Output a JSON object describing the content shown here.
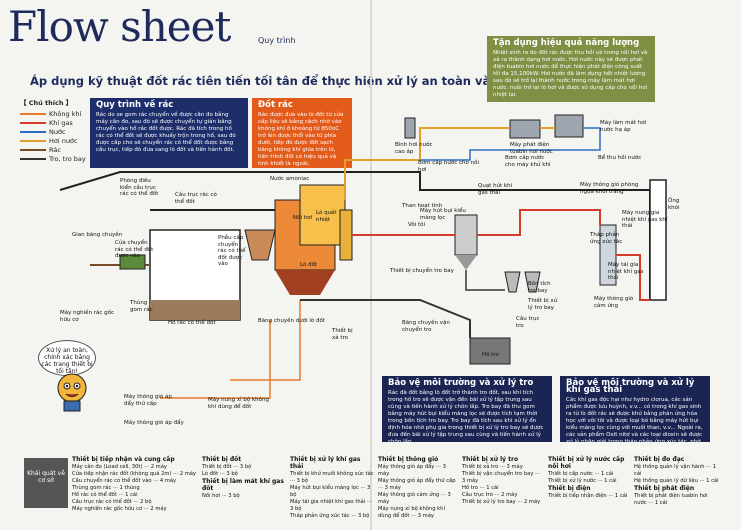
{
  "header": {
    "title": "Flow sheet",
    "title_sub": "Quy trình",
    "subtitle": "Áp dụng kỹ thuật đốt rác tiên tiến tối tân để thực hiện xử lý an toàn và chính xác."
  },
  "legend": {
    "title": "【 Chú thích 】",
    "items": [
      {
        "label": "Không khí",
        "color": "#e87a2a"
      },
      {
        "label": "Khí gas",
        "color": "#d83a2a"
      },
      {
        "label": "Nước",
        "color": "#2b6cc4"
      },
      {
        "label": "Hơi nước",
        "color": "#e2a02a"
      },
      {
        "label": "Rác",
        "color": "#7a4a2a"
      },
      {
        "label": "Tro, tro bay",
        "color": "#333333"
      }
    ]
  },
  "boxes": {
    "blue": {
      "title": "Quy trình về rác",
      "body": "Rác do xe gom rác chuyển về được cân đo bằng máy cân đo, sau đó sẽ được chuyển tự giản bằng chuyển vào hố rác đốt được. Rác đã tích trong hố rác có thể đốt sẽ được khuấy trộn trong hố, sau đó được cấp cho sẽ chuyển rác có thể đốt được bằng cầu trục, tiếp đó đưa sang lò đốt và tiến hành đốt."
    },
    "orange": {
      "title": "Đốt rác",
      "body": "Rác được đưa vào lò đốt từ cửa cấp liệu sẽ bắng cách nhờ vào không khí ở khoảng từ 850oC trở lên được thổi vào từ phía dưới, tiếp đó được đốt sạch bằng không khí giữa trên lò, tiến trình đốt có hiệu quả và tinh khiết là ngoài."
    },
    "green": {
      "title": "Tận dụng hiệu quả năng lượng",
      "body": "Nhiệt sinh ra do đốt rác được thu hồi và trong nồi hơi và xả ra thành dạng hơi nước. Hơi nước này sẽ được phát điện tuabin hơi nước để thực hiện phát điện công suất tối đa 15,100kW. Hơi nước đã làm dụng hết nhiệt lượng sau đó sẽ trở lại thành nước trong máy làm mát hơi nước, nuôi trở lại lò hơi và được sử dụng cấp cho nồi hơi nhiệt lại."
    },
    "env1": {
      "title": "Bảo vệ môi trường và xử lý tro",
      "body": "Rác đã đốt bằng lò đốt trở thành tro đốt, sau khi tích trong hố tro sẽ được vận đến bãi xử lý tập trung sau cùng và tiến hành xử lý chôn lấp. Tro bay đã thu gom bằng máy hút bụi kiểu màng lọc sẽ được tích tạm thời trong bồn tích tro bay. Tro bay đã tích sau khi xử lý ổn định hóa nhờ phụ gia trong thiết bị xử lý tro bay sẽ được đưa đến bãi xử lý tập trung sau cùng và tiến hành xử lý chôn lấp."
    },
    "env2": {
      "title": "Bảo vệ môi trường và xử lý khí gas thải",
      "body": "Các khí gas độc hại như hydro clorua, các sản phẩm được lưu huỳnh, v.v... có trong khí gas sinh ra từ lò đốt rác sẽ được khử bằng phản ứng hóa học với vôi tôi và được loại bỏ bằng máy hút bụi kiểu màng lọc cùng với muối than, v.v... Ngoài ra, các sản phẩm Oxit nitơ và các loại dioxin sẽ được xử lý phân giải trong tháp phản ứng xúc tác, nhờ đó khí được thải ra từ ống khói là khí gas sạch."
    }
  },
  "mascot": {
    "speech": "Xử lý an toàn, chính xác bằng các trang thiết bị tối tân!"
  },
  "diagram_labels": {
    "pho_dieu_kien": "Phòng điều kiển cầu trục rác có thể đốt",
    "cau_truc": "Cầu trục rác có thể đốt",
    "gian_bang": "Gian băng chuyền",
    "cua_chuyen": "Cửa chuyển rác có thể đốt được vào",
    "thung_gom": "Thùng gom rác",
    "may_nghien": "Máy nghiền rác gốc hữu cơ",
    "ho_rac": "Hố rác có thể đốt",
    "phieu": "Phễu cấp chuyển rác có thể đốt được vào",
    "bang_chuyen_duoi": "Băng chuyền dưới lò đốt",
    "lo_dot": "Lò đốt",
    "noi_hoi": "Nồi hơi",
    "lo_quat": "Lò quát nhiệt",
    "nuoc_amoniac": "Nước amoniac",
    "thiet_bi_chuyen_tro": "Thiết bị chuyển tro bay",
    "thiet_bi_xa_tro": "Thiết bị xả tro",
    "bang_chuyen_van": "Băng chuyền vận chuyển tro",
    "ho_tro": "Hố tro",
    "may_nung_si": "Máy nung xỉ bộ không khí dùng để đốt",
    "may_thong_gio_ap_day": "Máy thông gió áp đẩy thứ cấp",
    "may_thong_gio_ap_day2": "Máy thông gió áp đẩy",
    "binh_hoi": "Bình hơi nước cao áp",
    "may_phat_dien": "Máy phát điện tuabin hơi nước",
    "may_lam_mat": "Máy làm mát hơi nước hạ áp",
    "be_thu_nuoc": "Bể thu hồi nước",
    "bom_cap_nuoc": "Bơm cấp nước cho nồi hơi",
    "bom_cap_khi": "Bơm cấp nước cho máy khử khí",
    "quat_hut": "Quạt hút khí gas thải",
    "than_hoat_tinh": "Than hoạt tính",
    "voi_toi": "Vôi tôi",
    "may_hut_bui": "Máy hút bụi kiểu màng lọc",
    "bon_tich": "Bồn tích tro bay",
    "thiet_bi_xu_ly_tro_bay": "Thiết bị xử lý tro bay",
    "cau_truc_tro": "Cầu trục tro",
    "may_thong_gio_phong": "Máy thông gió phòng ngừa khói trắng",
    "ong_khoi": "Ống khói",
    "may_nung_gia_nhiet": "Máy nung gia nhiệt khí gas khí thải",
    "thap_phan_ung": "Tháp phản ứng xúc tác",
    "may_tai_gia_nhiet": "Máy tái gia nhiệt khí gas thải",
    "may_thong_gio_cam_ung": "Máy thông gió cảm ứng"
  },
  "equipment": {
    "tab": "Khái quát về cơ sở",
    "col1": {
      "title": "Thiết bị tiếp nhận và cung cấp",
      "rows": [
        "Máy cân đo (Load cell, 30t) ··· 2 máy",
        "Cửa tiếp nhận rác đốt (không quá 2m) ··· 2 máy",
        "Cầu chuyển rác có thể đốt vào ··· 4 máy",
        "Thùng gom rác ··· 1 thùng",
        "Hố rác có thể đốt ··· 1 cái",
        "Cầu trục rác có thể đốt ··· 2 bộ",
        "Máy nghiền rác gốc hữu cơ ··· 2 máy"
      ]
    },
    "col2": {
      "title": "Thiết bị đốt",
      "rows": [
        "Thiết bị đốt ··· 3 bộ",
        "Lò đốt ··· 3 bộ"
      ]
    },
    "col2b": {
      "title": "Thiết bị làm mát khí gas đốt",
      "rows": [
        "Nồi hơi ··· 3 bộ"
      ]
    },
    "col3": {
      "title": "Thiết bị xử lý khí gas thải",
      "rows": [
        "Thiết bị khử muối không xúc tác ··· 3 bộ",
        "Máy hút bụi kiểu màng lọc ··· 3 bộ",
        "Máy tái gia nhiệt khí gas thải ··· 3 bộ",
        "Tháp phản ứng xúc tác ··· 3 bộ"
      ]
    },
    "col4": {
      "title": "Thiết bị thông gió",
      "rows": [
        "Máy thông gió áp đẩy ··· 3 máy",
        "Máy thông gió áp đẩy thứ cấp ··· 3 máy",
        "Máy thông gió cảm ứng ··· 3 máy",
        "Máy nung xỉ bộ không khí dùng để đốt ··· 3 máy"
      ]
    },
    "col5": {
      "title": "Thiết bị xử lý tro",
      "rows": [
        "Thiết bị xả tro ··· 3 máy",
        "Thiết bị vận chuyển tro bay ··· 3 máy",
        "Hố tro ··· 1 cái",
        "Cầu trục tro ··· 2 máy",
        "Thiết bị xử lý tro bay ··· 2 máy"
      ]
    },
    "col6": {
      "title": "Thiết bị xử lý nước cấp nồi hơi",
      "rows": [
        "Thiết bị cấp nước ··· 1 cái",
        "Thiết bị xử lý nước ··· 1 cái"
      ]
    },
    "col6b": {
      "title": "Thiết bị điện",
      "rows": [
        "Thiết bị tiếp nhận điện ··· 1 cái"
      ]
    },
    "col7": {
      "title": "Thiết bị đo đạc",
      "rows": [
        "Hệ thống quản lý vận hành ··· 1 cái",
        "Hệ thống quản lý dữ liệu ··· 1 cái"
      ]
    },
    "col7b": {
      "title": "Thiết bị phát điện",
      "rows": [
        "Thiết bị phát điện tuabin hơi nước ··· 1 cái"
      ]
    }
  }
}
